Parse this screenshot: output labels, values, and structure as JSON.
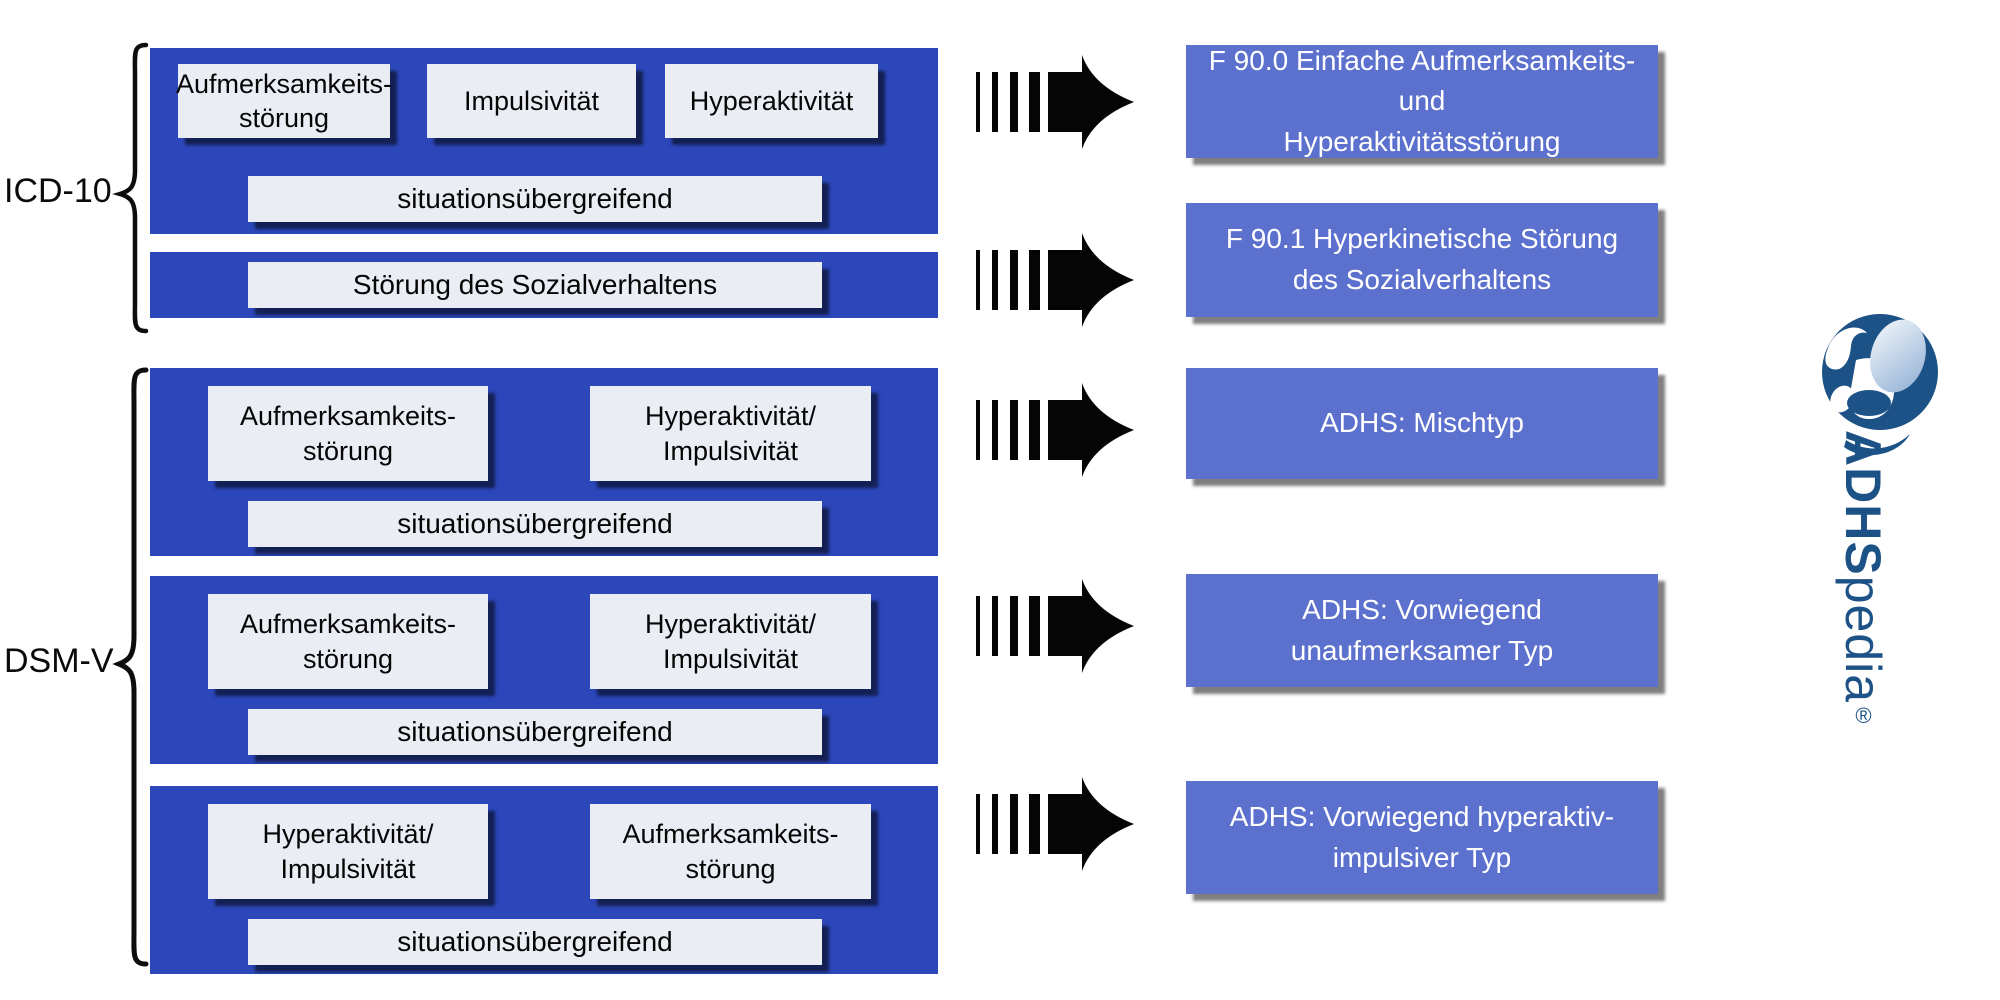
{
  "colors": {
    "container_blue": "#2C47BA",
    "target_blue": "#5C70CE",
    "light_box": "#EBEDF5",
    "arrow_black": "#050505",
    "logo_blue": "#1D5287",
    "target_text": "#FFFFFF",
    "text_dark": "#000000"
  },
  "groups": [
    {
      "label": "ICD-10",
      "containers": [
        {
          "symptom_boxes": [
            {
              "lines": [
                "Aufmerksamkeits-",
                "störung"
              ]
            },
            {
              "lines": [
                "Impulsivität"
              ]
            },
            {
              "lines": [
                "Hyperaktivität"
              ]
            }
          ],
          "condition_box": {
            "lines": [
              "situationsübergreifend"
            ]
          }
        },
        {
          "condition_box": {
            "lines": [
              "Störung des Sozialverhaltens"
            ]
          }
        }
      ]
    },
    {
      "label": "DSM-V",
      "containers": [
        {
          "symptom_boxes": [
            {
              "lines": [
                "Aufmerksamkeits-",
                "störung"
              ]
            },
            {
              "lines": [
                "Hyperaktivität/",
                "Impulsivität"
              ]
            }
          ],
          "condition_box": {
            "lines": [
              "situationsübergreifend"
            ]
          }
        },
        {
          "symptom_boxes": [
            {
              "lines": [
                "Aufmerksamkeits-",
                "störung"
              ]
            },
            {
              "lines": [
                "Hyperaktivität/",
                "Impulsivität"
              ]
            }
          ],
          "condition_box": {
            "lines": [
              "situationsübergreifend"
            ]
          }
        },
        {
          "symptom_boxes": [
            {
              "lines": [
                "Hyperaktivität/",
                "Impulsivität"
              ]
            },
            {
              "lines": [
                "Aufmerksamkeits-",
                "störung"
              ]
            }
          ],
          "condition_box": {
            "lines": [
              "situationsübergreifend"
            ]
          }
        }
      ]
    }
  ],
  "diagnoses": [
    {
      "lines": [
        "F 90.0 Einfache Aufmerksamkeits- und",
        "Hyperaktivitätsstörung"
      ]
    },
    {
      "lines": [
        "F 90.1 Hyperkinetische Störung",
        "des Sozialverhaltens"
      ]
    },
    {
      "lines": [
        "ADHS: Mischtyp"
      ]
    },
    {
      "lines": [
        "ADHS: Vorwiegend",
        "unaufmerksamer Typ"
      ]
    },
    {
      "lines": [
        "ADHS: Vorwiegend hyperaktiv-",
        "impulsiver Typ"
      ]
    }
  ],
  "logo": {
    "brand_bold": "ADHS",
    "brand_light": "pedia",
    "registered": "®"
  }
}
